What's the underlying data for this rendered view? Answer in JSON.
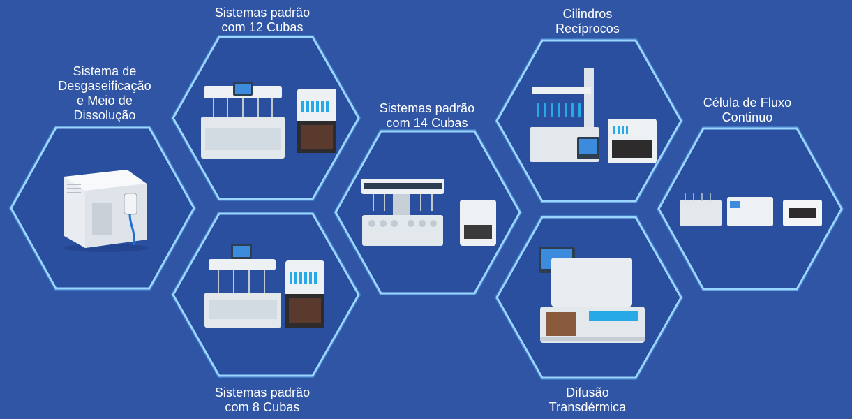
{
  "colors": {
    "background": "#2f55a4",
    "hex_fill": "#2a4e9d",
    "hex_border": "#8fd0ff",
    "hex_glow": "#5fb8ff",
    "label_text": "#ffffff"
  },
  "products": [
    {
      "id": "degassing",
      "label": "Sistema de\nDesgaseificação\ne Meio de\nDissolução"
    },
    {
      "id": "std12",
      "label": "Sistemas padrão\ncom 12 Cubas"
    },
    {
      "id": "std8",
      "label": "Sistemas padrão\ncom 8 Cubas"
    },
    {
      "id": "std14",
      "label": "Sistemas padrão\ncom 14 Cubas"
    },
    {
      "id": "reciprocating",
      "label": "Cilindros\nRecíprocos"
    },
    {
      "id": "transdermal",
      "label": "Difusão\nTransdérmica"
    },
    {
      "id": "flowcell",
      "label": "Célula de Fluxo\nContinuo"
    }
  ]
}
